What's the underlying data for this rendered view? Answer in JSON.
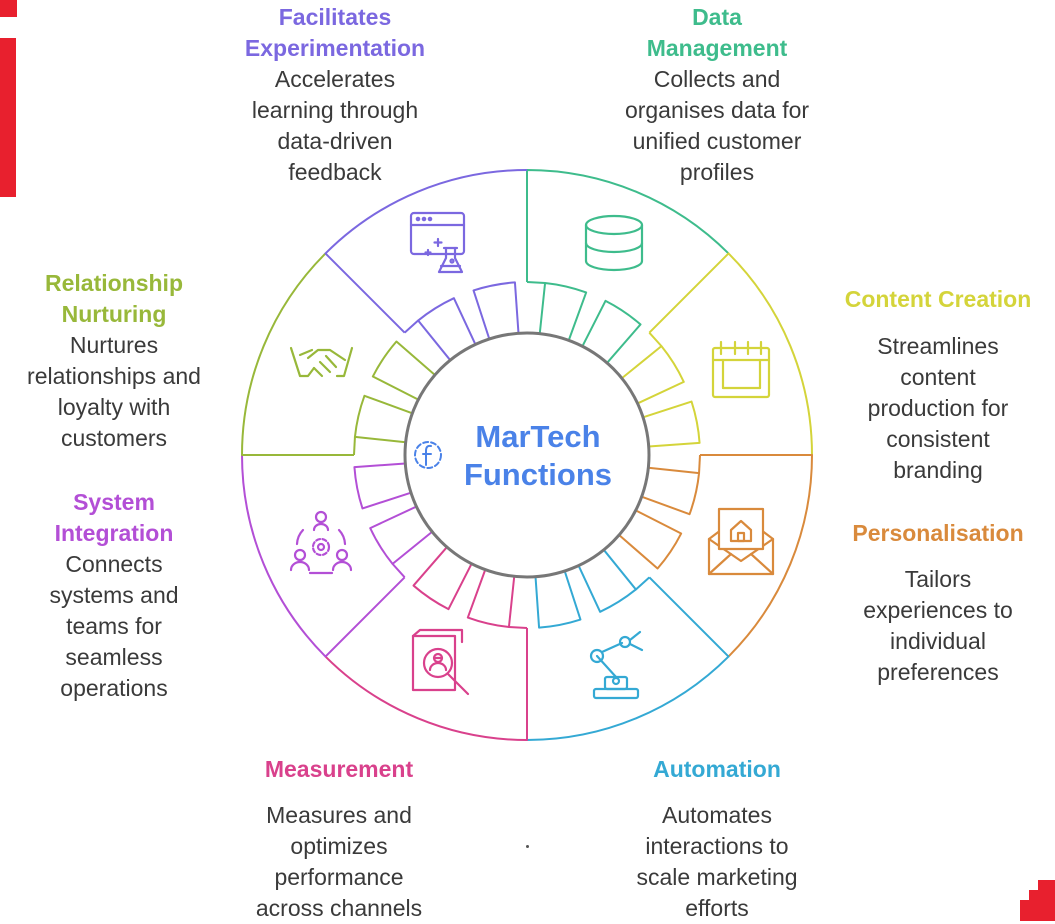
{
  "diagram": {
    "center_title_line1": "MarTech",
    "center_title_line2": "Functions",
    "center_icon": "f-gear-icon",
    "functions": [
      {
        "key": "experimentation",
        "title_line1": "Facilitates",
        "title_line2": "Experimentation",
        "desc_lines": [
          "Accelerates",
          "learning through",
          "data-driven",
          "feedback"
        ],
        "color": "#7b68e0",
        "icon": "experiment-icon"
      },
      {
        "key": "data-management",
        "title_line1": "Data",
        "title_line2": "Management",
        "desc_lines": [
          "Collects and",
          "organises data for",
          "unified customer",
          "profiles"
        ],
        "color": "#3ebc8c",
        "icon": "database-icon"
      },
      {
        "key": "content-creation",
        "title_line1": "Content Creation",
        "title_line2": "",
        "desc_lines": [
          "Streamlines",
          "content",
          "production for",
          "consistent",
          "branding"
        ],
        "color": "#d4d43a",
        "icon": "calendar-icon"
      },
      {
        "key": "personalisation",
        "title_line1": "Personalisation",
        "title_line2": "",
        "desc_lines": [
          "Tailors",
          "experiences to",
          "individual",
          "preferences"
        ],
        "color": "#d98a3c",
        "icon": "mail-home-icon"
      },
      {
        "key": "automation",
        "title_line1": "Automation",
        "title_line2": "",
        "desc_lines": [
          "Automates",
          "interactions to",
          "scale marketing",
          "efforts"
        ],
        "color": "#34a9d4",
        "icon": "robot-arm-icon"
      },
      {
        "key": "measurement",
        "title_line1": "Measurement",
        "title_line2": "",
        "desc_lines": [
          "Measures and",
          "optimizes",
          "performance",
          "across channels"
        ],
        "color": "#d9418c",
        "icon": "analysis-icon"
      },
      {
        "key": "system-integration",
        "title_line1": "System",
        "title_line2": "Integration",
        "desc_lines": [
          "Connects",
          "systems and",
          "teams for",
          "seamless",
          "operations"
        ],
        "color": "#b34fd6",
        "icon": "team-gear-icon"
      },
      {
        "key": "relationship",
        "title_line1": "Relationship",
        "title_line2": "Nurturing",
        "desc_lines": [
          "Nurtures",
          "relationships and",
          "loyalty with",
          "customers"
        ],
        "color": "#98b83a",
        "icon": "handshake-icon"
      }
    ]
  }
}
